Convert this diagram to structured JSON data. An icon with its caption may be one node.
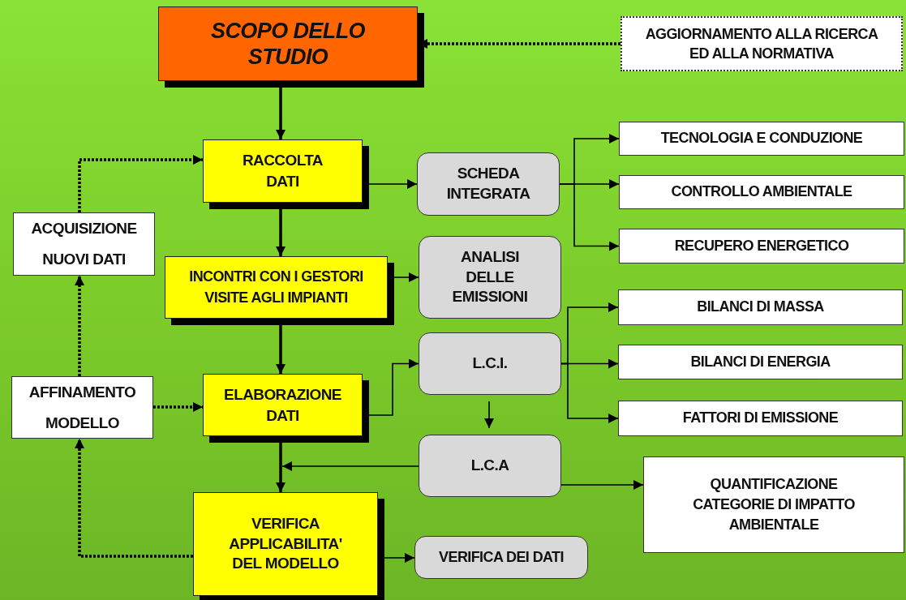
{
  "diagram": {
    "nodes": [
      {
        "text": [
          "SCOPO DELLO STUDIO"
        ]
      },
      {
        "text": [
          "AGGIORNAMENTO ALLA RICERCA ED ALLA NORMATIVA"
        ]
      },
      {
        "text": [
          "RACCOLTA DATI"
        ]
      },
      {
        "text": [
          "SCHEDA INTEGRATA"
        ]
      },
      {
        "text": [
          "TECNOLOGIA E CONDUZIONE"
        ]
      },
      {
        "text": [
          "CONTROLLO AMBIENTALE"
        ]
      },
      {
        "text": [
          "RECUPERO ENERGETICO"
        ]
      },
      {
        "text": [
          "ACQUISIZIONE NUOVI DATI"
        ]
      },
      {
        "text": [
          "INCONTRI CON I GESTORI VISITE AGLI IMPIANTI"
        ]
      },
      {
        "text": [
          "ANALISI DELLE EMISSIONI"
        ]
      },
      {
        "text": [
          "BILANCI DI MASSA"
        ]
      },
      {
        "text": [
          "BILANCI DI ENERGIA"
        ]
      },
      {
        "text": [
          "FATTORI DI EMISSIONE"
        ]
      },
      {
        "text": [
          "AFFINAMENTO MODELLO"
        ]
      },
      {
        "text": [
          "ELABORAZIONE DATI"
        ]
      },
      {
        "text": [
          "L.C.I."
        ]
      },
      {
        "text": [
          "L.C.A"
        ]
      },
      {
        "text": [
          "QUANTIFICAZIONE CATEGORIE DI IMPATTO AMBIENTALE"
        ]
      },
      {
        "text": [
          "VERIFICA APPLICABILITA' DEL MODELLO"
        ]
      },
      {
        "text": [
          "VERIFICA DEI DATI"
        ]
      }
    ],
    "edges": [
      {
        "from": 0,
        "to": 2,
        "arrow": "to",
        "style": "thick"
      },
      {
        "from": 1,
        "to": 0,
        "arrow": "to",
        "style": "dashed"
      },
      {
        "from": 2,
        "to": 3,
        "arrow": "to"
      },
      {
        "from": 3,
        "to": 4,
        "arrow": "to"
      },
      {
        "from": 3,
        "to": 5,
        "arrow": "to"
      },
      {
        "from": 3,
        "to": 6,
        "arrow": "to"
      },
      {
        "from": 2,
        "to": 8,
        "arrow": "to",
        "style": "thick"
      },
      {
        "from": 8,
        "to": 9,
        "arrow": "to"
      },
      {
        "from": 8,
        "to": 14,
        "arrow": "to",
        "style": "thick"
      },
      {
        "from": 14,
        "to": 15,
        "arrow": "to"
      },
      {
        "from": 15,
        "to": 10,
        "arrow": "to"
      },
      {
        "from": 15,
        "to": 11,
        "arrow": "to"
      },
      {
        "from": 15,
        "to": 12,
        "arrow": "to"
      },
      {
        "from": 15,
        "to": 16,
        "arrow": "to"
      },
      {
        "from": 14,
        "to": 18,
        "arrow": "to",
        "style": "thick"
      },
      {
        "from": 16,
        "to": 18,
        "arrow": "to"
      },
      {
        "from": 16,
        "to": 17,
        "arrow": "to"
      },
      {
        "from": 18,
        "to": 19,
        "arrow": "to"
      },
      {
        "from": 18,
        "to": 13,
        "arrow": "to",
        "style": "dashed"
      },
      {
        "from": 13,
        "to": 7,
        "arrow": "to",
        "style": "dashed"
      },
      {
        "from": 7,
        "to": 2,
        "arrow": "to",
        "style": "dashed"
      },
      {
        "from": 13,
        "to": 14,
        "arrow": "to",
        "style": "dashed"
      }
    ]
  }
}
